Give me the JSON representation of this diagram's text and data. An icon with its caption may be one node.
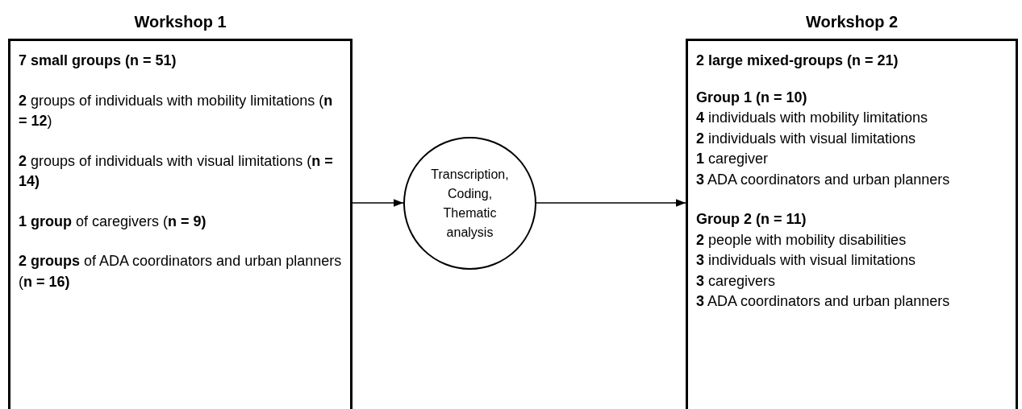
{
  "diagram": {
    "nodes": [
      {
        "text": [
          "Workshop 1",
          "**7 small groups (n = 51)**",
          "**2** groups of individuals  with mobility limitations (**n = 12**)",
          "**2** groups of individuals with visual limitations (**n = 14)**",
          "**1 group** of caregivers (**n = 9)**",
          "**2 groups** of ADA coordinators and urban planners (**n = 16)**"
        ]
      },
      {
        "text": [
          "Transcription, Coding, Thematic analysis"
        ]
      },
      {
        "text": [
          "Workshop 2",
          "**2 large mixed-groups (n = 21)**",
          "**Group 1 (n = 10)**",
          "**4** individuals with mobility limitations",
          "**2** individuals with visual limitations",
          "**1** caregiver",
          "**3** ADA  coordinators and urban planners",
          "**Group  2 (n = 11)**",
          "**2** people with mobility disabilities",
          "**3** individuals with visual limitations",
          "**3** caregivers",
          "**3** ADA  coordinators and urban planners"
        ]
      }
    ],
    "edges": [
      {
        "from": 0,
        "to": 1,
        "arrow": "to"
      },
      {
        "from": 1,
        "to": 2,
        "arrow": "to"
      }
    ]
  }
}
